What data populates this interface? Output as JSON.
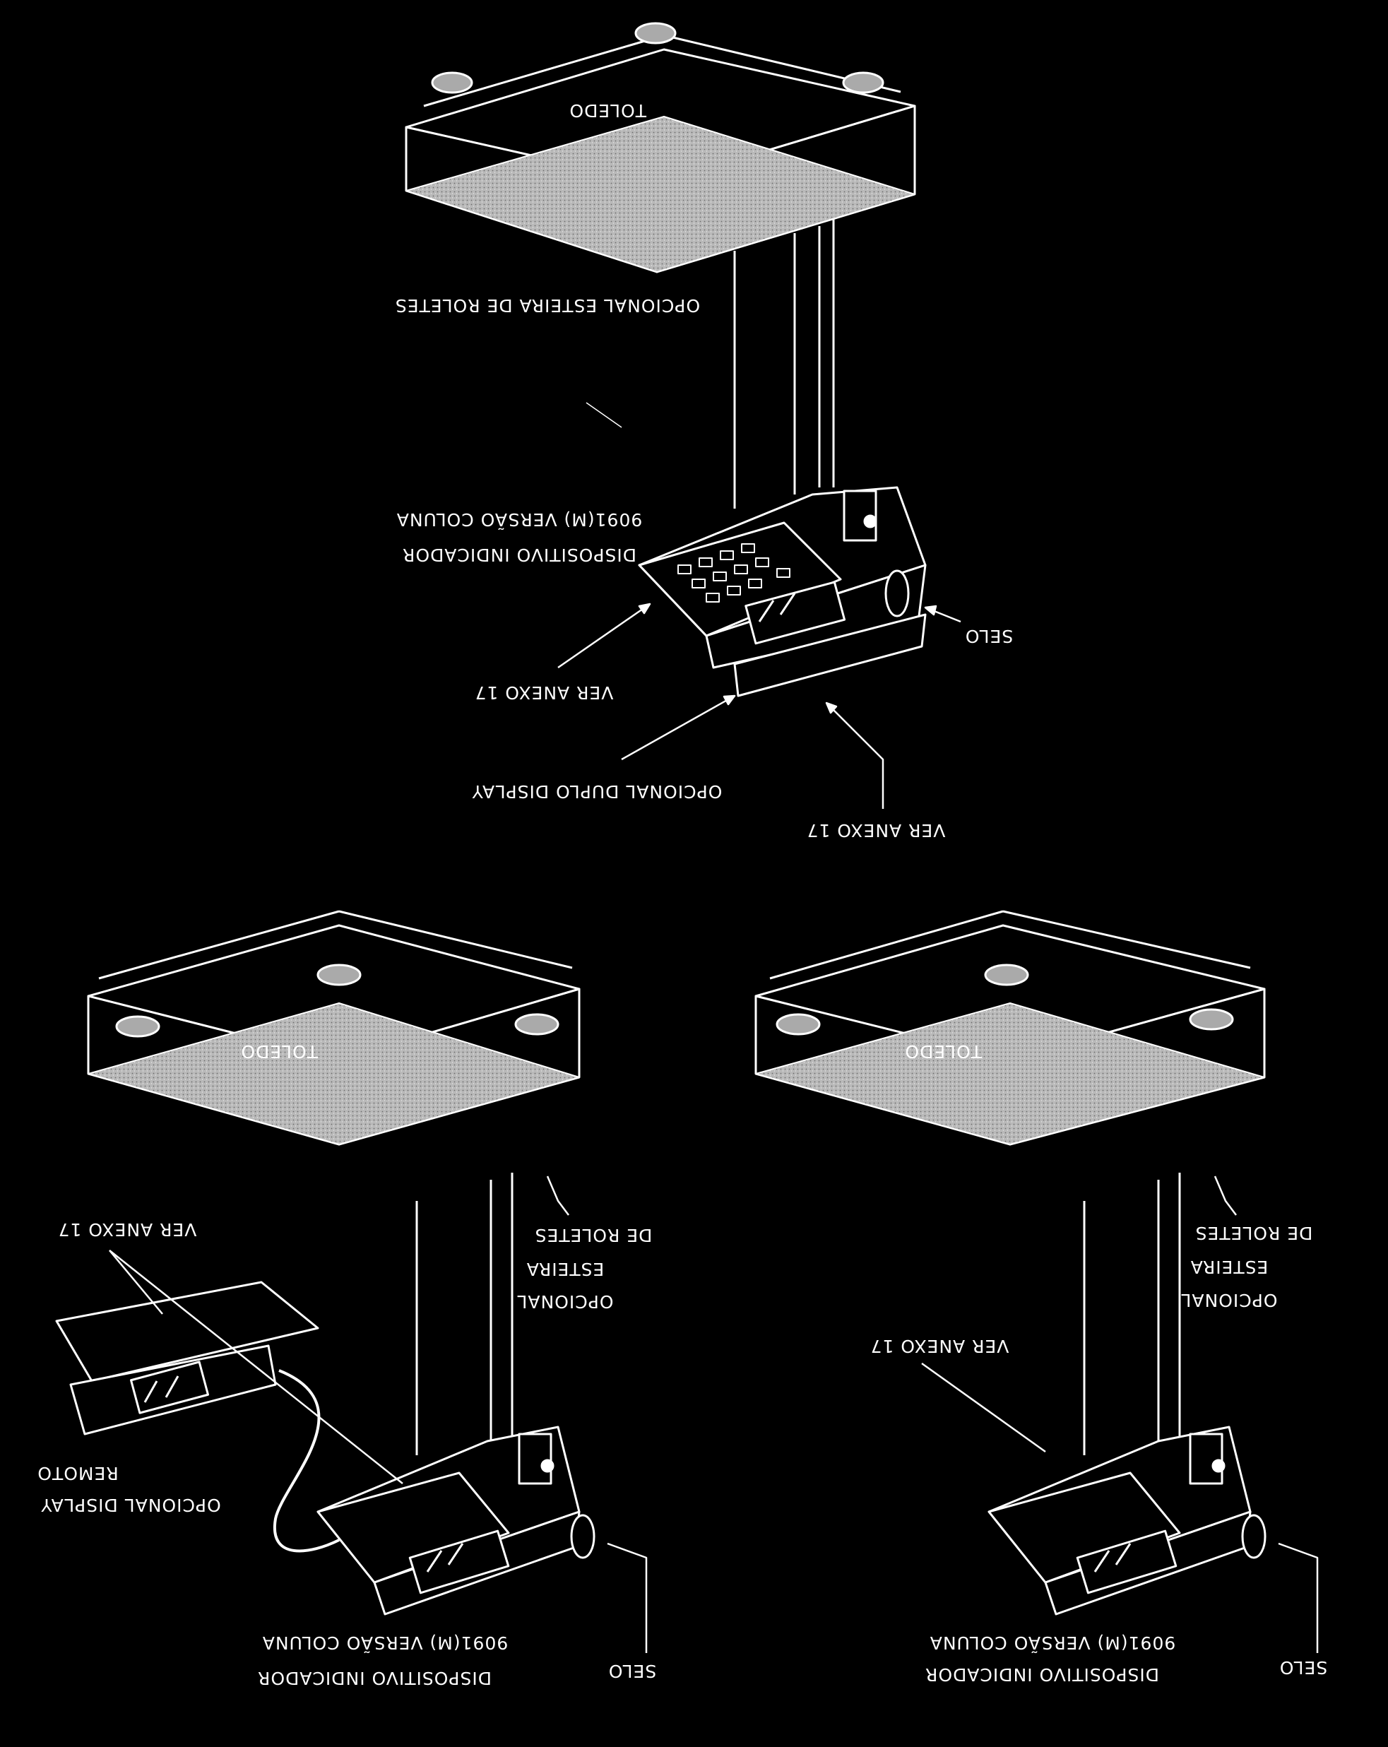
{
  "drawing": {
    "brand": "TOLEDO",
    "top_unit": {
      "roller_label": "OPCIONAL ESTEIRA DE ROLETES",
      "device_label_1": "DISPOSITIVO INDICADOR",
      "device_label_2": "9091(M) VERSÃO COLUNA",
      "see_annex_front": "VER ANEXO 17",
      "dual_display_label": "OPCIONAL DUPLO DISPLAY",
      "see_annex_dual": "VER ANEXO 17",
      "seal_label": "SELO"
    },
    "left_unit": {
      "see_annex": "VER ANEXO 17",
      "roller_1": "OPCIONAL",
      "roller_2": "ESTEIRA",
      "roller_3": "DE ROLETES",
      "remote_1": "OPCIONAL DISPLAY",
      "remote_2": "REMOTO",
      "device_label_1": "DISPOSITIVO INDICADOR",
      "device_label_2": "9091(M) VERSÃO COLUNA",
      "seal_label": "SELO"
    },
    "right_unit": {
      "roller_1": "OPCIONAL",
      "roller_2": "ESTEIRA",
      "roller_3": "DE ROLETES",
      "see_annex": "VER ANEXO 17",
      "device_label_1": "DISPOSITIVO INDICADOR",
      "device_label_2": "9091(M) VERSÃO COLUNA",
      "seal_label": "SELO"
    }
  }
}
